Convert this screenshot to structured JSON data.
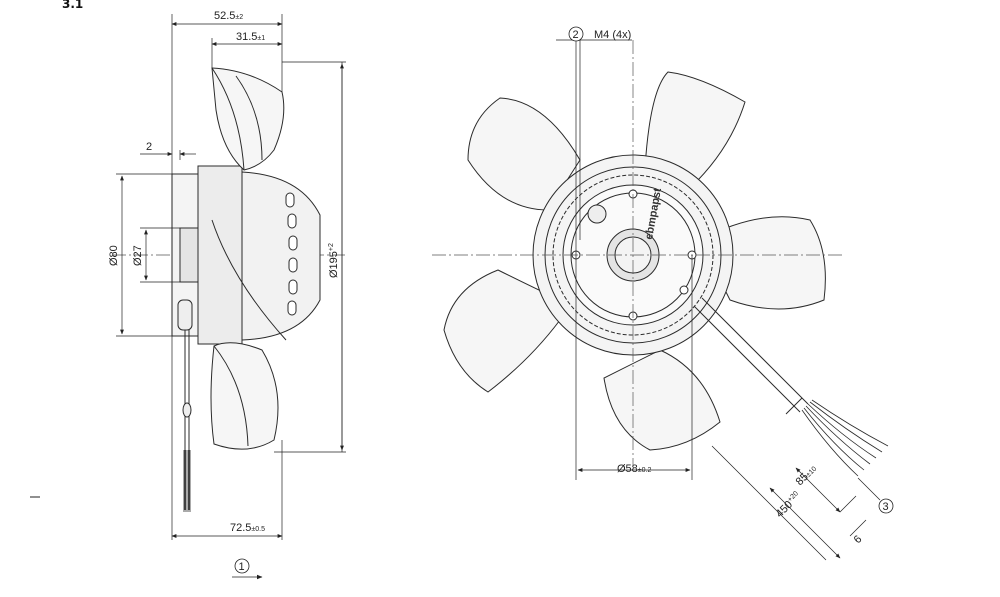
{
  "heading": "3.1 ",
  "side_view": {
    "width_total": "52.5",
    "width_total_tol": "±2",
    "width_rotor": "31.5",
    "width_rotor_tol": "±1",
    "offset": "2",
    "diameter_motor": "Ø80",
    "diameter_hub": "Ø27",
    "diameter_fan": "Ø195",
    "diameter_fan_tol": "+2",
    "depth": "72.5",
    "depth_tol": "±0.5"
  },
  "front_view": {
    "mount_screw_label": "M4 (4x)",
    "mount_circle_diameter": "Ø58",
    "mount_circle_tol": "±0.2",
    "nameplate_text": "ebmpapst",
    "cable_length": "450",
    "cable_length_tol": "+20",
    "strip_length": "85",
    "strip_length_tol": "±10",
    "wire_end": "6"
  },
  "callouts": {
    "airflow_direction": "1",
    "mount_screw": "2",
    "cable": "3"
  },
  "colors": {
    "line": "#2b2b2b",
    "fill_light": "#f4f4f4",
    "fill_mid": "#e4e4e4",
    "centerline": "#555555"
  }
}
